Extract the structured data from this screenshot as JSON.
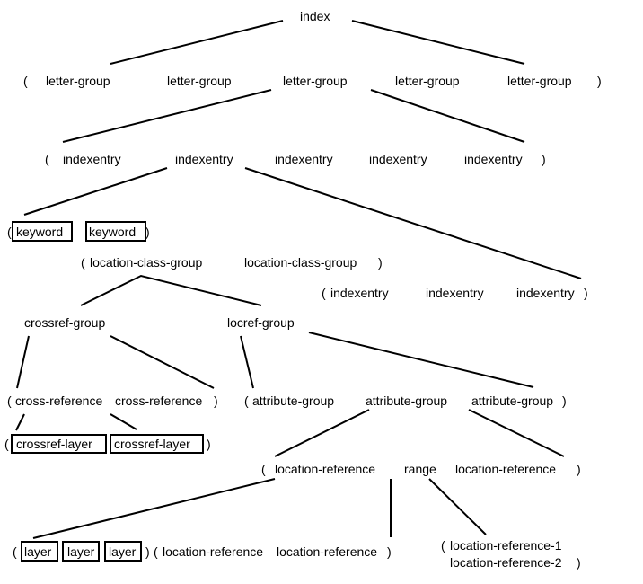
{
  "diagram": {
    "title": "index structure tree",
    "colors": {
      "ink": "#000000",
      "background": "#ffffff"
    },
    "labels": {
      "index": "index",
      "lg_open": "(",
      "lg1": "letter-group",
      "lg2": "letter-group",
      "lg3": "letter-group",
      "lg4": "letter-group",
      "lg5": "letter-group",
      "lg_close": ")",
      "ie_open": "(",
      "ie1": "indexentry",
      "ie2": "indexentry",
      "ie3": "indexentry",
      "ie4": "indexentry",
      "ie5": "indexentry",
      "ie_close": ")",
      "kw_open": "(",
      "kw1": "keyword",
      "kw2": "keyword",
      "kw_close": ")",
      "lcg_open": "(",
      "lcg1": "location-class-group",
      "lcg2": "location-class-group",
      "lcg_close": ")",
      "sub_ie_open": "(",
      "sub_ie1": "indexentry",
      "sub_ie2": "indexentry",
      "sub_ie3": "indexentry",
      "sub_ie_close": ")",
      "crossref_group": "crossref-group",
      "locref_group": "locref-group",
      "cr_open": "(",
      "cr1": "cross-reference",
      "cr2": "cross-reference",
      "cr_close": ")",
      "ag_open": "(",
      "ag1": "attribute-group",
      "ag2": "attribute-group",
      "ag3": "attribute-group",
      "ag_close": ")",
      "crl_open": "(",
      "crl1": "crossref-layer",
      "crl2": "crossref-layer",
      "crl_close": ")",
      "lr_open": "(",
      "lr1": "location-reference",
      "range": "range",
      "lr2": "location-reference",
      "lr_close": ")",
      "layer_open": "(",
      "layer1": "layer",
      "layer2": "layer",
      "layer3": "layer",
      "layer_close": ")",
      "lrr_open": "(",
      "lrr1": "location-reference",
      "lrr2": "location-reference",
      "lrr_close": ")",
      "rng_open": "(",
      "rng1": "location-reference-1",
      "rng2": "location-reference-2",
      "rng_close": ")"
    }
  }
}
